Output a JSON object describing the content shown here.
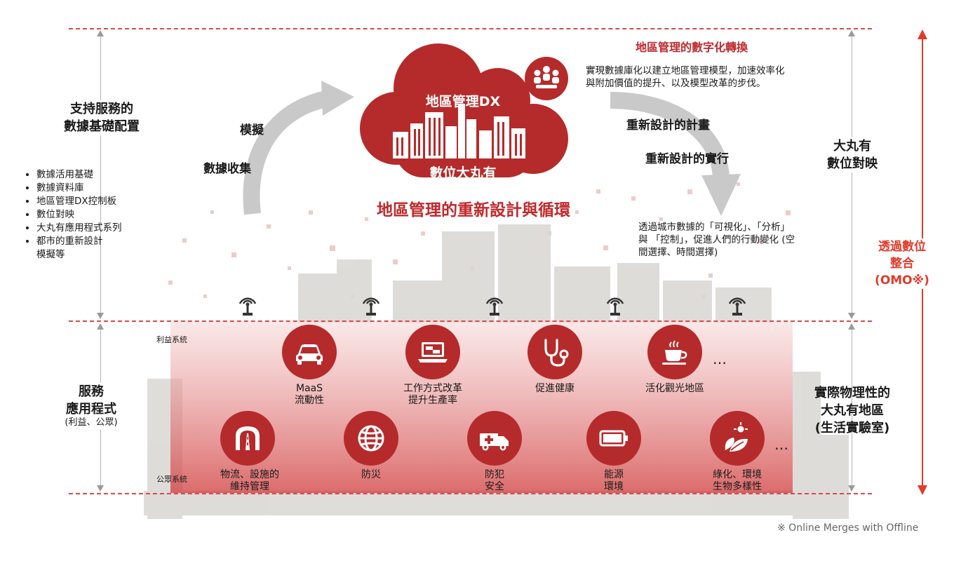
{
  "left": {
    "support_title": "支持服務的\n數據基礎配置",
    "bullets": [
      "數據活用基礎",
      "數據資料庫",
      "地區管理DX控制板",
      "數位對映",
      "大丸有應用程式系列",
      "都市的重新設計\n模擬等"
    ],
    "service_title": "服務\n應用程式",
    "service_sub": "(利益、公眾)"
  },
  "cloud": {
    "title": "地區管理DX",
    "subtitle": "數位大丸有"
  },
  "cycle": {
    "simulate": "模擬",
    "collect": "數據收集",
    "redesign_plan": "重新設計的計畫",
    "redesign_exec": "重新設計的實行",
    "main_title": "地區管理的重新設計與循環"
  },
  "top_right": {
    "title": "地區管理的數字化轉換",
    "desc": "實現數據庫化以建立地區管理模型，加速效率化\n與附加價值的提升、以及模型改革的步伐。"
  },
  "mid_right": {
    "desc": "透過城市數據的「可視化」、「分析」\n與 「控制」，促進人們的行動變化 (空\n間選擇、時間選擇)"
  },
  "right": {
    "digital_map": "大丸有\n數位對映",
    "physical": "實際物理性的\n大丸有地區\n(生活實驗室)",
    "omo": "透過數位\n整合\n(OMO※)"
  },
  "systems": {
    "profit": "利益系統",
    "public": "公眾系統"
  },
  "profit_icons": [
    {
      "label": "MaaS\n流動性",
      "icon": "car-icon"
    },
    {
      "label": "工作方式改革\n提升生產率",
      "icon": "laptop-icon"
    },
    {
      "label": "促進健康",
      "icon": "stethoscope-icon"
    },
    {
      "label": "活化觀光地區",
      "icon": "coffee-cup-icon"
    }
  ],
  "public_icons": [
    {
      "label": "物流、設施的\n維持管理",
      "icon": "tunnel-road-icon"
    },
    {
      "label": "防災",
      "icon": "globe-icon"
    },
    {
      "label": "防犯\n安全",
      "icon": "ambulance-icon"
    },
    {
      "label": "能源\n環境",
      "icon": "battery-icon"
    },
    {
      "label": "綠化、環境\n生物多樣性",
      "icon": "leaf-sun-icon"
    }
  ],
  "ellipsis": "…",
  "footnote": "※ Online Merges with Offline",
  "colors": {
    "accent": "#b52b2b",
    "accent_bright": "#e03b2b",
    "gray": "#9a9a9a"
  }
}
